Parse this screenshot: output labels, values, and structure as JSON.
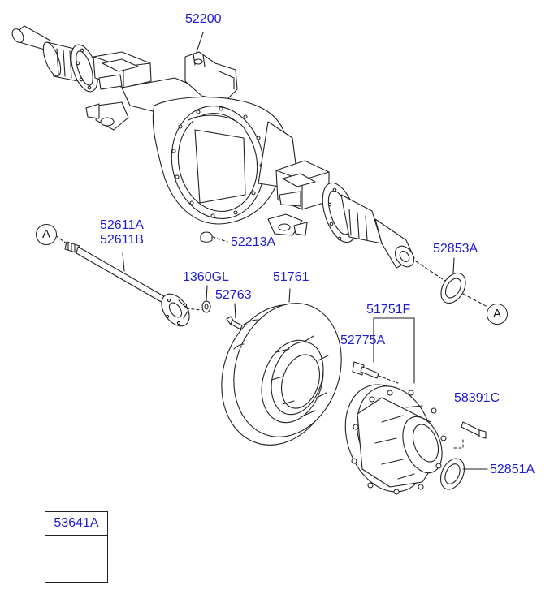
{
  "diagram": {
    "part_labels": {
      "axle_housing": "52200",
      "drain_plug": "52213A",
      "axle_shaft_a": "52611A",
      "axle_shaft_b": "52611B",
      "washer": "1360GL",
      "shaft_bolt": "52763",
      "brake_disc": "51761",
      "wheel_hub": "51751F",
      "hub_bolt": "52775A",
      "hub_screw": "58391C",
      "oil_seal_outer": "52851A",
      "oil_seal_inner": "52853A"
    },
    "reference_markers": {
      "left": "A",
      "right": "A"
    },
    "kit": {
      "label": "53641A"
    }
  }
}
